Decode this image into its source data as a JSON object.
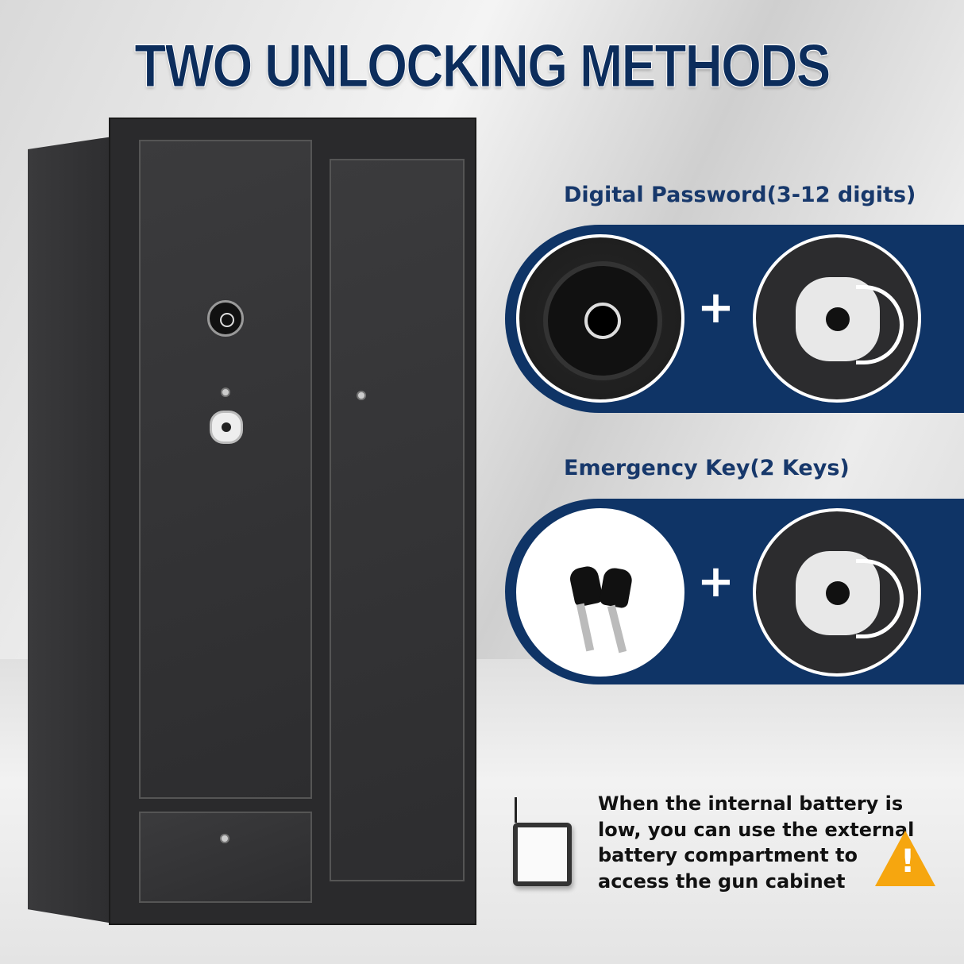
{
  "title": "TWO UNLOCKING METHODS",
  "methods": [
    {
      "label": "Digital Password(3-12 digits)",
      "left_icon": "digital-keypad",
      "right_icon": "rotary-handle"
    },
    {
      "label": "Emergency Key(2 Keys)",
      "left_icon": "keys",
      "right_icon": "rotary-handle"
    }
  ],
  "plus": "+",
  "note": [
    "When the internal battery is",
    "low, you can use the external",
    "battery compartment to",
    "access the gun cabinet"
  ],
  "warning_symbol": "!",
  "colors": {
    "navy": "#0f3466",
    "title": "#0c2d5c",
    "warning": "#f6a60f"
  }
}
